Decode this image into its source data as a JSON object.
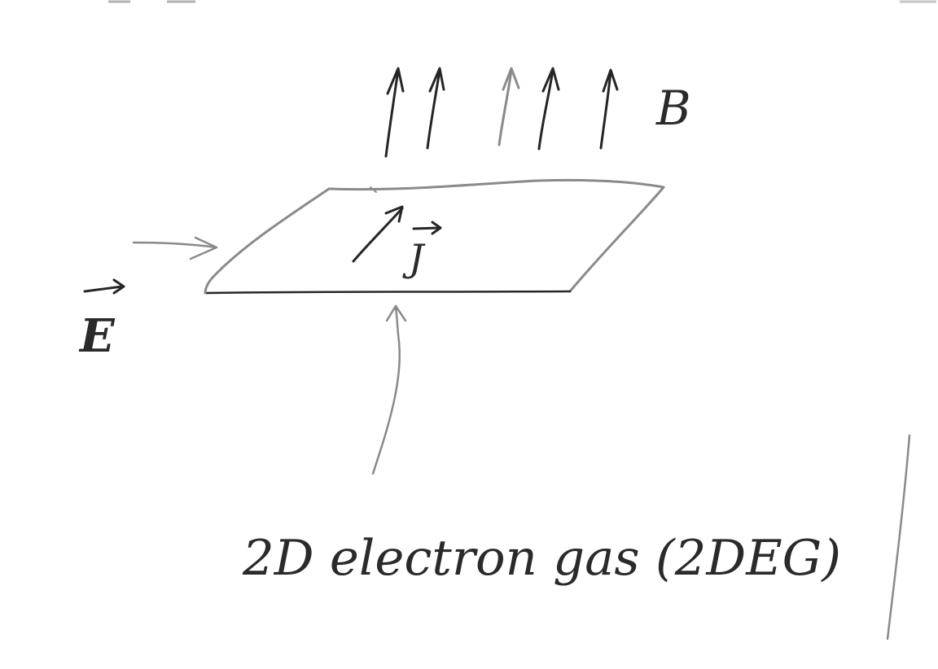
{
  "labels": {
    "magnetic_field": "B",
    "electric_field": "E",
    "current_density": "J",
    "caption": "2D electron gas (2DEG)"
  },
  "colors": {
    "ink_dark": "#262626",
    "ink_light": "#8a8a8a",
    "background": "#ffffff"
  }
}
